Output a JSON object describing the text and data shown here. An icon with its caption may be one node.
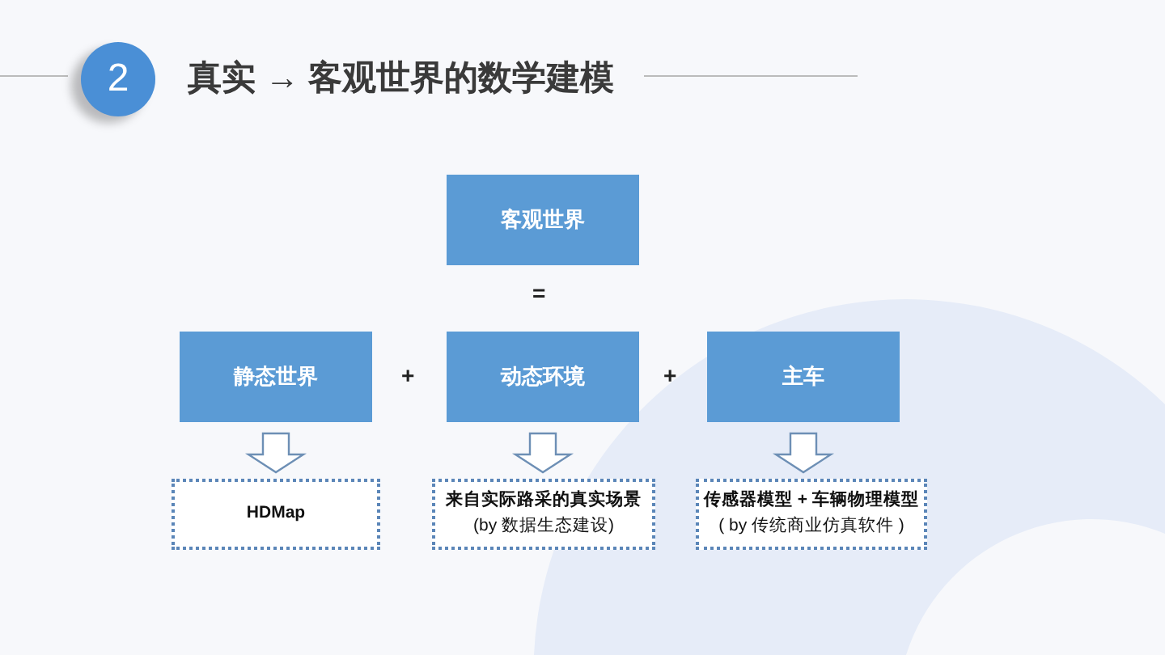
{
  "diagram": {
    "title": "真实 → 客观世界的数学建模",
    "nodes": [
      {
        "text": [
          "客观世界"
        ]
      },
      {
        "text": [
          "静态世界"
        ]
      },
      {
        "text": [
          "动态环境"
        ]
      },
      {
        "text": [
          "主车"
        ]
      },
      {
        "text": [
          "HDMap"
        ]
      },
      {
        "text": [
          "来自实际路采的真实场景",
          "(by 数据生态建设)"
        ]
      },
      {
        "text": [
          "传感器模型 + 车辆物理模型",
          "( by 传统商业仿真软件 )"
        ]
      }
    ],
    "edges": [
      {
        "from": 1,
        "to": 4,
        "arrow": "to"
      },
      {
        "from": 2,
        "to": 5,
        "arrow": "to"
      },
      {
        "from": 3,
        "to": 6,
        "arrow": "to"
      }
    ],
    "labels": [
      "2",
      "=",
      "+",
      "+"
    ]
  }
}
